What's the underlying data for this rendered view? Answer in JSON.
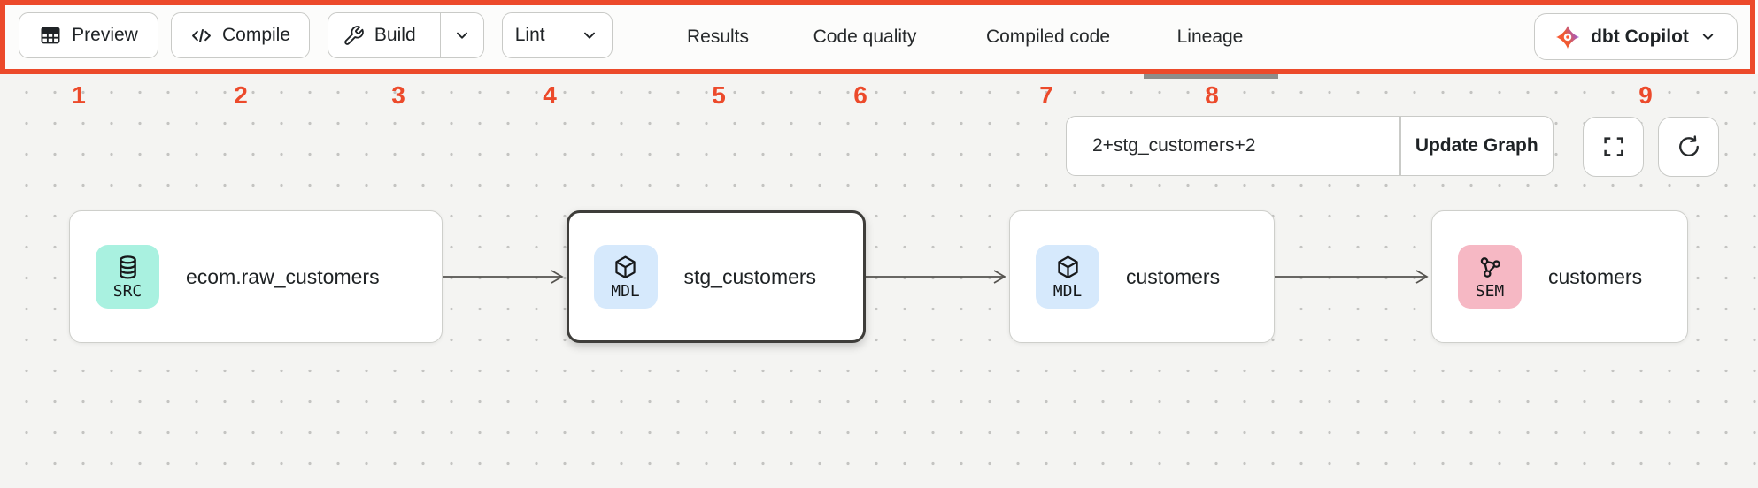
{
  "annotation": {
    "color": "#EC4A2B",
    "numbers": [
      "1",
      "2",
      "3",
      "4",
      "5",
      "6",
      "7",
      "8",
      "9"
    ]
  },
  "toolbar": {
    "preview_label": "Preview",
    "compile_label": "Compile",
    "build_label": "Build",
    "lint_label": "Lint",
    "tabs": [
      {
        "label": "Results",
        "active": false
      },
      {
        "label": "Code quality",
        "active": false
      },
      {
        "label": "Compiled code",
        "active": false
      },
      {
        "label": "Lineage",
        "active": true
      }
    ],
    "copilot_label": "dbt Copilot"
  },
  "lineage_panel": {
    "selector_value": "2+stg_customers+2",
    "update_button_label": "Update Graph",
    "nodes": [
      {
        "badge": "SRC",
        "label": "ecom.raw_customers",
        "icon": "database-icon",
        "badge_color": "#A9F1E0",
        "selected": false
      },
      {
        "badge": "MDL",
        "label": "stg_customers",
        "icon": "cube-icon",
        "badge_color": "#D6E9FC",
        "selected": true
      },
      {
        "badge": "MDL",
        "label": "customers",
        "icon": "cube-icon",
        "badge_color": "#D6E9FC",
        "selected": false
      },
      {
        "badge": "SEM",
        "label": "customers",
        "icon": "network-icon",
        "badge_color": "#F6B8C4",
        "selected": false
      }
    ]
  },
  "icons": {
    "preview": "table-icon",
    "compile": "code-icon",
    "build": "wrench-icon",
    "dropdowns": "chevron-down-icon",
    "copilot": "dbt-logo-icon",
    "fullscreen": "expand-icon",
    "refresh": "refresh-icon",
    "src_badge": "database-icon",
    "mdl_badge": "cube-icon",
    "sem_badge": "network-icon"
  }
}
